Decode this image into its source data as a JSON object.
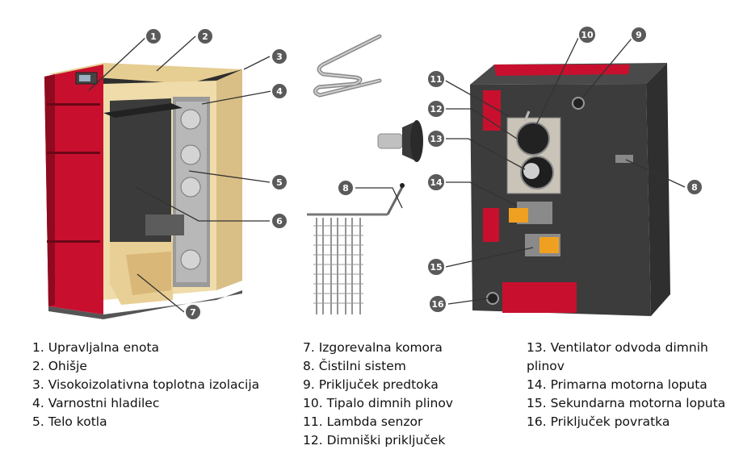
{
  "callouts": [
    "1",
    "2",
    "3",
    "4",
    "5",
    "6",
    "7",
    "8",
    "9",
    "10",
    "11",
    "12",
    "13",
    "14",
    "15",
    "16"
  ],
  "legend": {
    "col1": [
      "1. Upravljalna enota",
      "2. Ohišje",
      "3. Visokoizolativna toplotna izolacija",
      "4. Varnostni hladilec",
      "5. Telo kotla"
    ],
    "col2": [
      "7. Izgorevalna komora",
      "8. Čistilni sistem",
      "9. Priključek predtoka",
      "10. Tipalo dimnih plinov",
      "11. Lambda senzor",
      "12. Dimniški priključek"
    ],
    "col3": [
      "13. Ventilator odvoda dimnih plinov",
      "14. Primarna motorna loputa",
      "15. Sekundarna motorna loputa",
      "16. Priključek povratka"
    ]
  },
  "colors": {
    "boiler_red": "#c8102e",
    "casing_dark": "#3a3a3a",
    "insulation": "#e8cf95",
    "callout_fill": "#5a5a5a"
  }
}
